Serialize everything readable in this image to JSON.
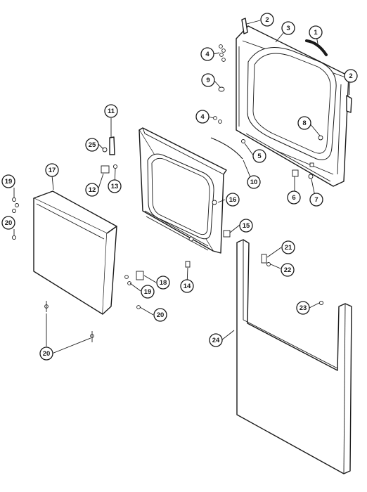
{
  "diagram": {
    "callouts": [
      {
        "id": "1",
        "label": "1"
      },
      {
        "id": "2a",
        "label": "2"
      },
      {
        "id": "2b",
        "label": "2"
      },
      {
        "id": "3",
        "label": "3"
      },
      {
        "id": "4a",
        "label": "4"
      },
      {
        "id": "4b",
        "label": "4"
      },
      {
        "id": "5",
        "label": "5"
      },
      {
        "id": "6",
        "label": "6"
      },
      {
        "id": "7",
        "label": "7"
      },
      {
        "id": "8",
        "label": "8"
      },
      {
        "id": "9",
        "label": "9"
      },
      {
        "id": "10",
        "label": "10"
      },
      {
        "id": "11",
        "label": "11"
      },
      {
        "id": "12",
        "label": "12"
      },
      {
        "id": "13",
        "label": "13"
      },
      {
        "id": "14",
        "label": "14"
      },
      {
        "id": "15",
        "label": "15"
      },
      {
        "id": "16",
        "label": "16"
      },
      {
        "id": "17",
        "label": "17"
      },
      {
        "id": "18",
        "label": "18"
      },
      {
        "id": "19a",
        "label": "19"
      },
      {
        "id": "19b",
        "label": "19"
      },
      {
        "id": "20a",
        "label": "20"
      },
      {
        "id": "20b",
        "label": "20"
      },
      {
        "id": "20c",
        "label": "20"
      },
      {
        "id": "21",
        "label": "21"
      },
      {
        "id": "22",
        "label": "22"
      },
      {
        "id": "23",
        "label": "23"
      },
      {
        "id": "24",
        "label": "24"
      },
      {
        "id": "25",
        "label": "25"
      }
    ]
  }
}
